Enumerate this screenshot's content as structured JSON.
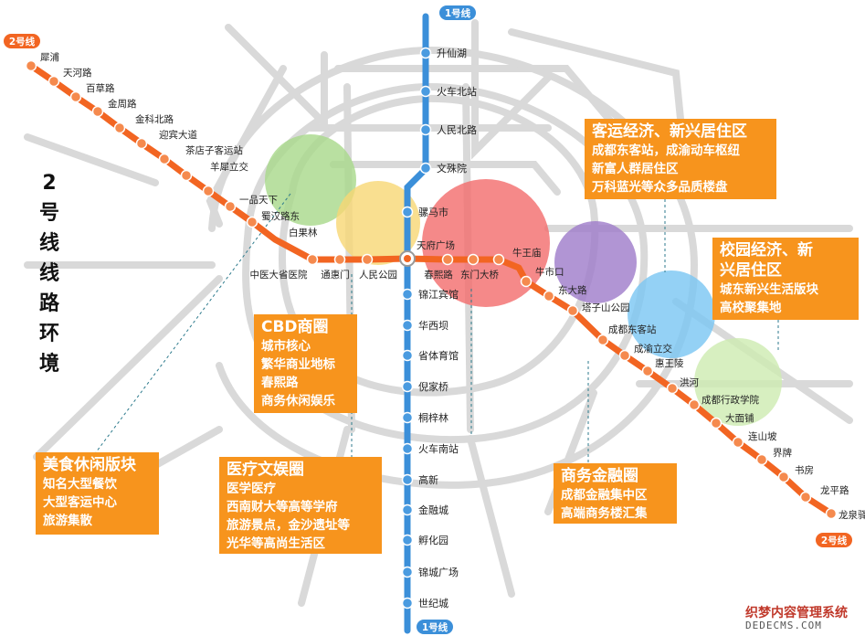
{
  "line1": {
    "label_top": "1号线",
    "label_bottom": "1号线",
    "color": "#3b8fd9",
    "stations": [
      "升仙湖",
      "火车北站",
      "人民北路",
      "文殊院",
      "骡马市",
      "锦江宾馆",
      "华西坝",
      "省体育馆",
      "倪家桥",
      "桐梓林",
      "火车南站",
      "高新",
      "金融城",
      "孵化园",
      "锦城广场",
      "世纪城"
    ]
  },
  "line2": {
    "label_start": "2号线",
    "label_end": "2号线",
    "color": "#f26522",
    "stations": [
      "犀浦",
      "天河路",
      "百草路",
      "金周路",
      "金科北路",
      "迎宾大道",
      "茶店子客运站",
      "羊犀立交",
      "一品天下",
      "蜀汉路东",
      "白果林",
      "中医大省医院",
      "通惠门",
      "人民公园",
      "天府广场",
      "春熙路",
      "东门大桥",
      "牛王庙",
      "牛市口",
      "东大路",
      "塔子山公园",
      "成都东客站",
      "成渝立交",
      "惠王陵",
      "洪河",
      "成都行政学院",
      "大面铺",
      "连山坡",
      "界牌",
      "书房",
      "龙平路",
      "龙泉驿"
    ]
  },
  "side_title": [
    "2",
    "号",
    "线",
    "线",
    "路",
    "环",
    "境"
  ],
  "zones": [
    {
      "heading": "美食休闲版块",
      "lines": [
        "知名大型餐饮",
        "大型客运中心",
        "旅游集散"
      ],
      "color": "#a8d88a"
    },
    {
      "heading": "CBD商圈",
      "lines": [
        "城市核心",
        "繁华商业地标",
        "春熙路",
        "商务休闲娱乐"
      ],
      "color": "#f7d774"
    },
    {
      "heading": "医疗文娱圈",
      "lines": [
        "医学医疗",
        "西南财大等高等学府",
        "旅游景点，金沙遗址等",
        "光华等高尚生活区"
      ],
      "color": "#f26b6b"
    },
    {
      "heading": "客运经济、新兴居住区",
      "lines": [
        "成都东客站，成渝动车枢纽",
        "新富人群居住区",
        "万科蓝光等众多品质楼盘"
      ],
      "color": "#9e7bc9"
    },
    {
      "heading": "商务金融圈",
      "lines": [
        "成都金融集中区",
        "高端商务楼汇集"
      ],
      "color": "#79c6f2"
    },
    {
      "heading": "校园经济、新兴居住区",
      "lines": [
        "城东新兴生活版块",
        "高校聚集地"
      ],
      "color": "#cdebb0"
    }
  ],
  "watermark": {
    "cn": "织梦内容管理系统",
    "en": "DEDECMS.COM"
  }
}
